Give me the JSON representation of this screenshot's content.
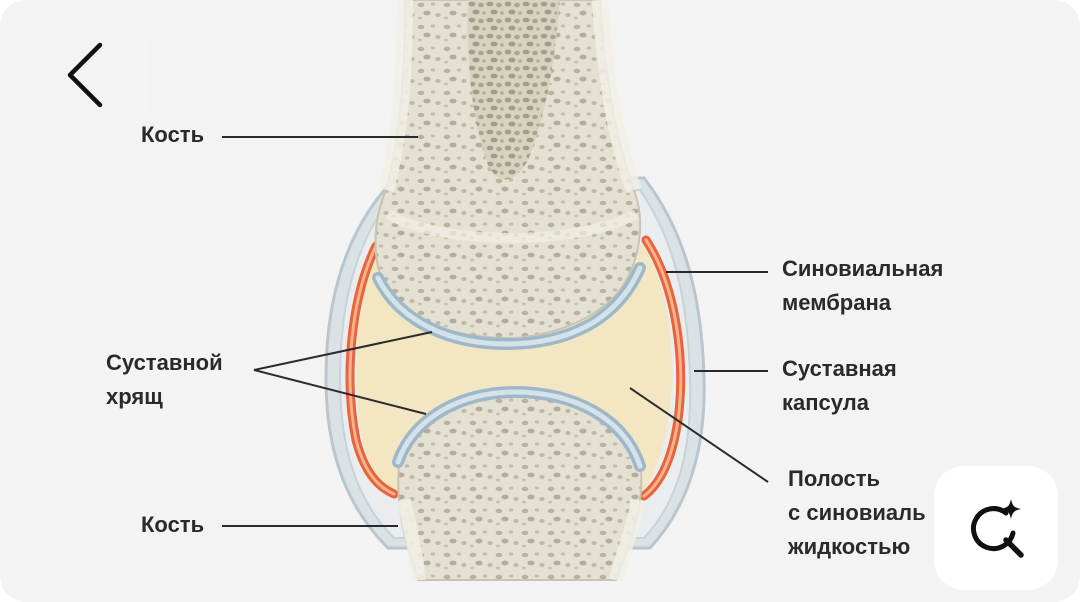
{
  "labels": {
    "bone_top": "Кость",
    "bone_bottom": "Кость",
    "cartilage": "Суставной\nхрящ",
    "synovial_membrane": "Синовиальная\nмембрана",
    "joint_capsule": "Суставная\nкапсула",
    "cavity": "Полость\nс синовиаль\nжидкостью"
  },
  "icons": {
    "back": "chevron-left-icon",
    "lens": "sparkle-search-icon"
  },
  "colors": {
    "bone": "#e6e2d4",
    "bone_pores": "#b9b3a3",
    "cartilage": "#bcd0dc",
    "synovial_membrane": "#e8643a",
    "joint_capsule": "#cfd8de",
    "synovial_fluid": "#f2e4bd"
  }
}
